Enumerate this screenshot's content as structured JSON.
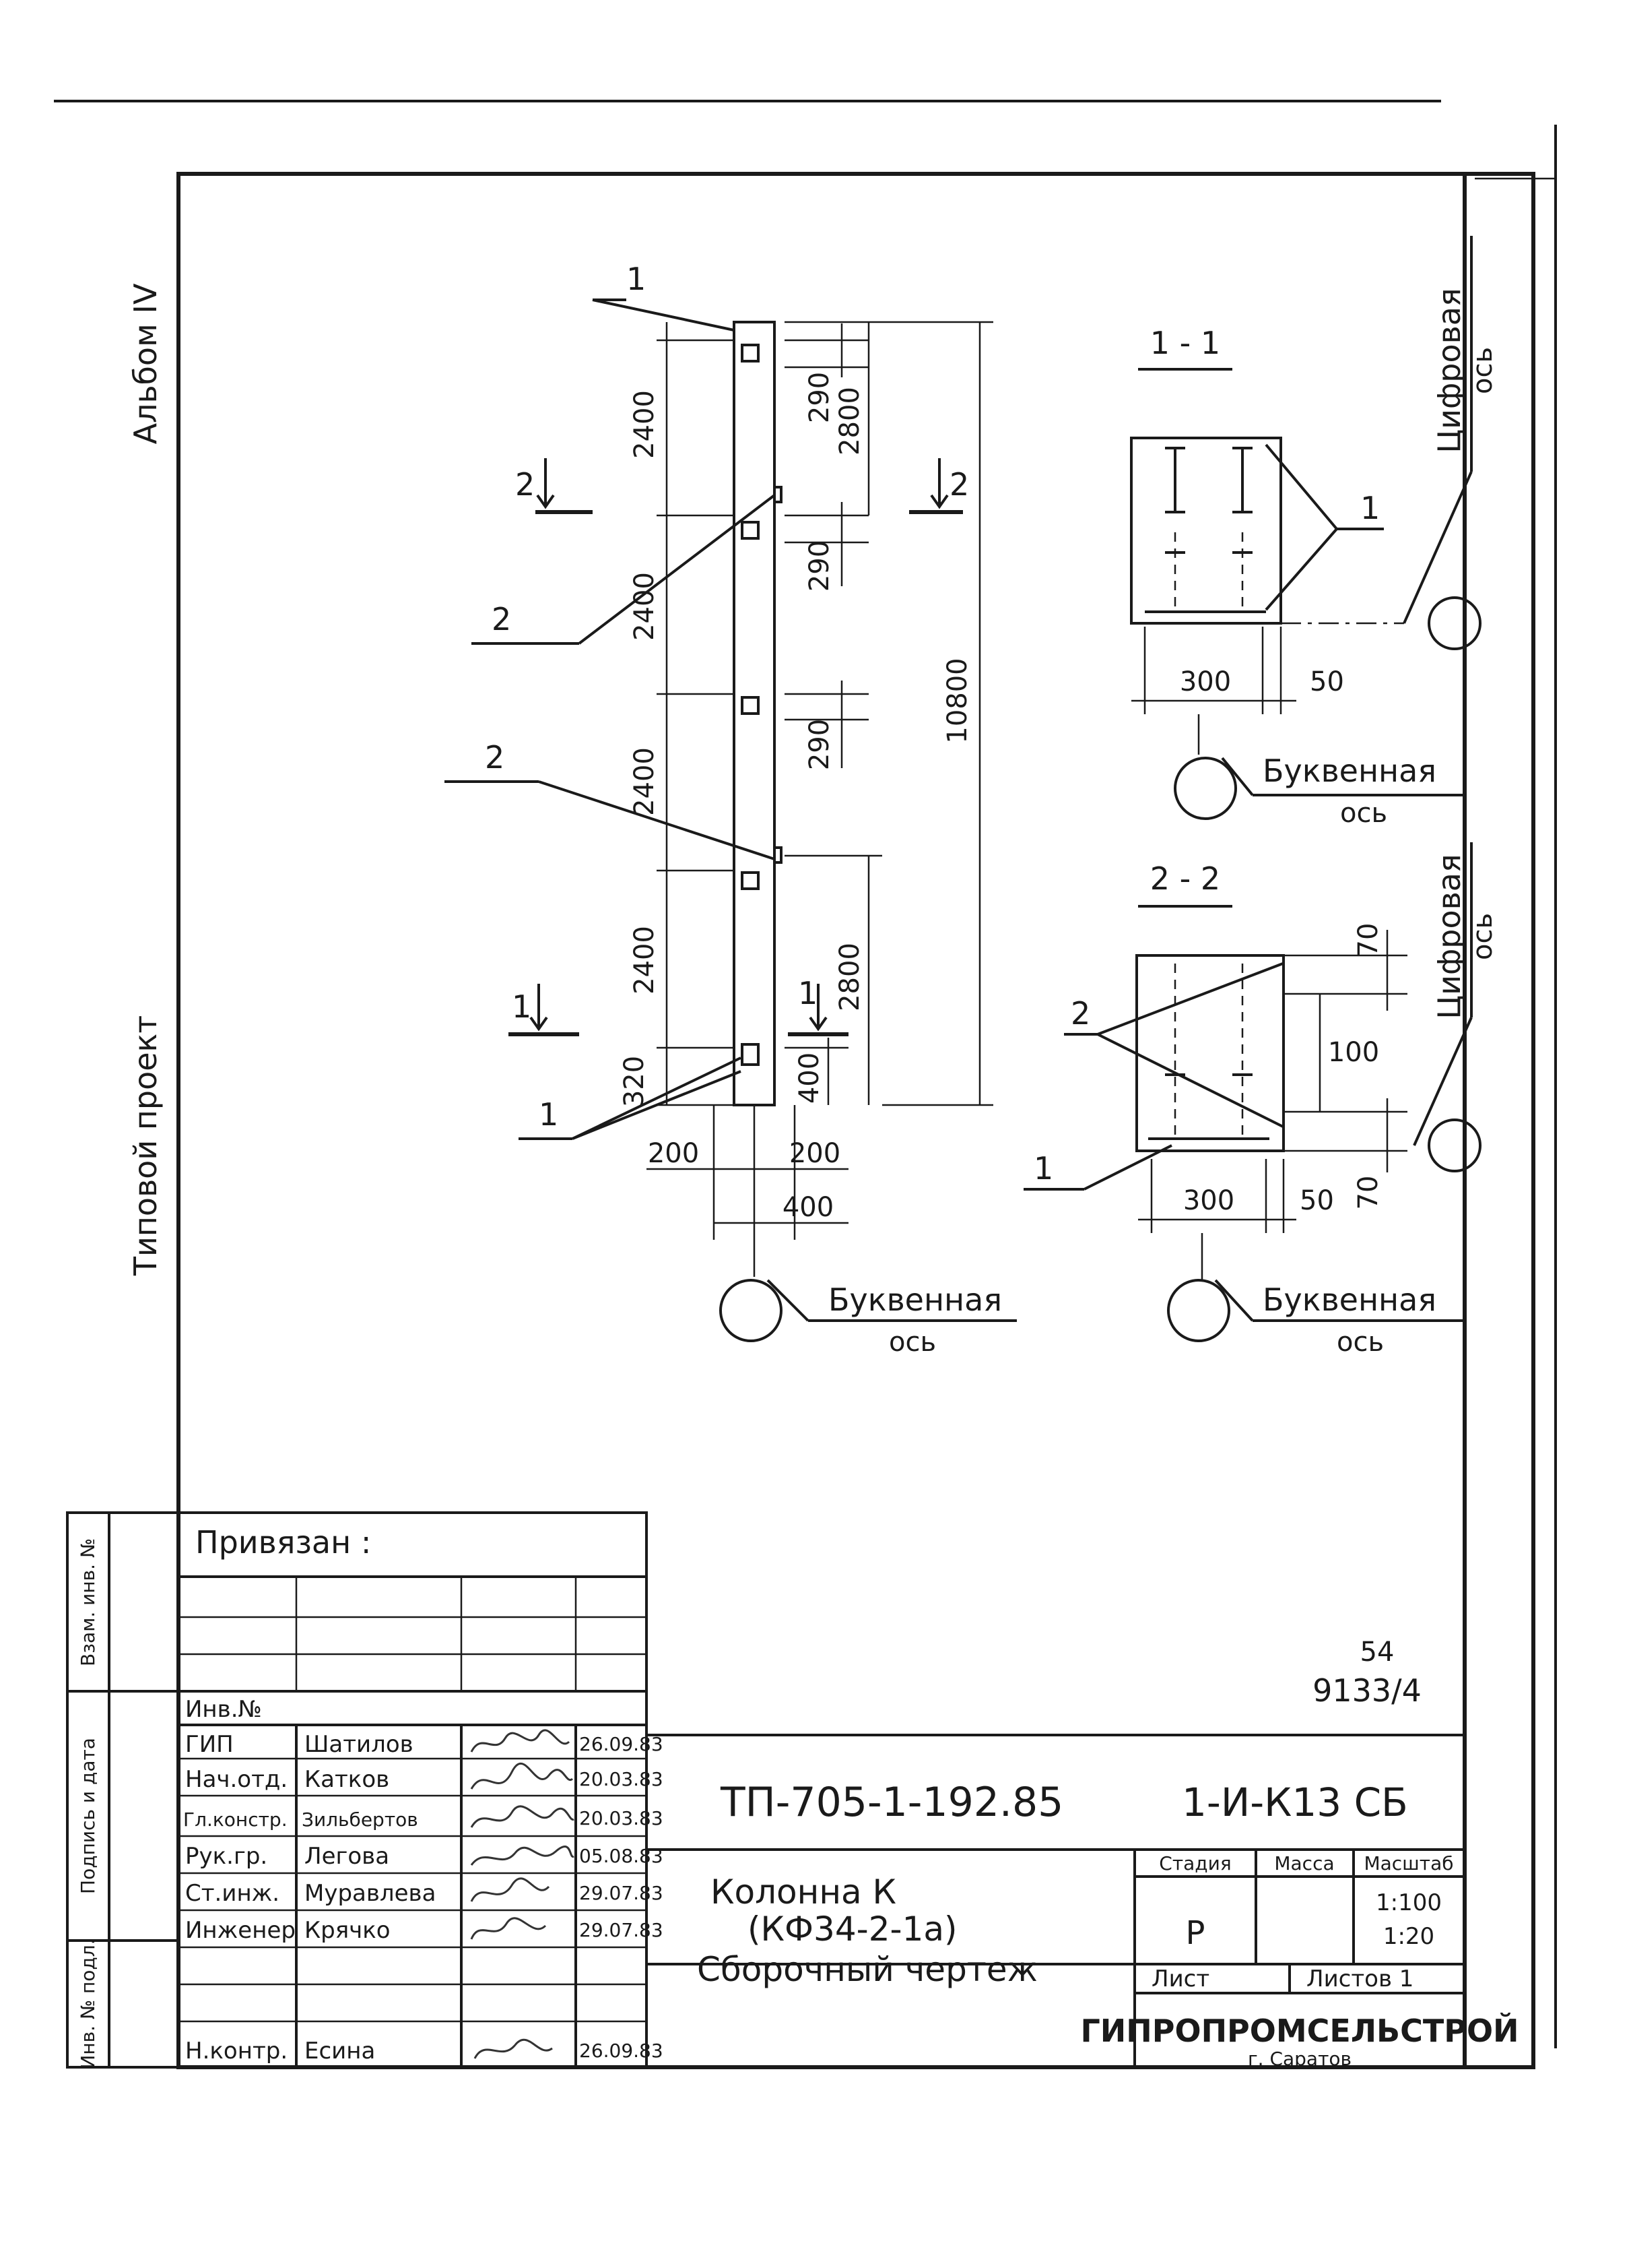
{
  "side_labels": {
    "album": "Альбом IV",
    "project": "Типовой проект",
    "col1": "Взам. инв. №",
    "col2": "Подпись и дата",
    "col3": "Инв. № подл."
  },
  "elevation": {
    "dims_left": [
      "2400",
      "2400",
      "2400",
      "2400",
      "320"
    ],
    "dims_bottom": [
      "200",
      "200",
      "400"
    ],
    "dims_right_small": [
      "290",
      "290",
      "290",
      "400"
    ],
    "dims_right_large": [
      "2800",
      "2800"
    ],
    "overall": "10800",
    "callouts": [
      "1",
      "2",
      "2",
      "1"
    ],
    "section_marks": [
      "2",
      "2",
      "1",
      "1"
    ],
    "axis_label": "Буквенная",
    "axis_sub": "ось"
  },
  "section_1_1": {
    "title": "1 - 1",
    "callout": "1",
    "dims": [
      "300",
      "50"
    ],
    "axis_digital": "Цифровая",
    "axis_digital_sub": "ось",
    "axis_letter": "Буквенная",
    "axis_letter_sub": "ось"
  },
  "section_2_2": {
    "title": "2 - 2",
    "callouts": [
      "2",
      "1"
    ],
    "dims": [
      "300",
      "50",
      "70",
      "100",
      "70"
    ],
    "axis_digital": "Цифровая",
    "axis_digital_sub": "ось",
    "axis_letter": "Буквенная",
    "axis_letter_sub": "ось"
  },
  "stamp": {
    "privyazan": "Привязан :",
    "inv_no": "Инв.№",
    "sheet_no": "54",
    "archive_no": "9133/4",
    "project_code": "ТП-705-1-192.85",
    "drawing_code": "1-И-К13 СБ",
    "title_lines": [
      "Колонна К",
      "(КФ34-2-1а)",
      "Сборочный чертеж"
    ],
    "headers": {
      "stage": "Стадия",
      "mass": "Масса",
      "scale": "Масштаб"
    },
    "stage": "Р",
    "scales": [
      "1:100",
      "1:20"
    ],
    "sheet_label": "Лист",
    "sheets_label": "Листов 1",
    "org": "ГИПРОПРОМСЕЛЬСТРОЙ",
    "city": "г. Саратов",
    "staff": [
      {
        "role": "ГИП",
        "name": "Шатилов",
        "date": "26.09.83"
      },
      {
        "role": "Нач.отд.",
        "name": "Катков",
        "date": "20.03.83"
      },
      {
        "role": "Гл.констр.",
        "name": "Зильбертов",
        "date": "20.03.83"
      },
      {
        "role": "Рук.гр.",
        "name": "Легова",
        "date": "05.08.83"
      },
      {
        "role": "Ст.инж.",
        "name": "Муравлева",
        "date": "29.07.83"
      },
      {
        "role": "Инженер",
        "name": "Крячко",
        "date": "29.07.83"
      },
      {
        "role": "Н.контр.",
        "name": "Есина",
        "date": "26.09.83"
      }
    ]
  }
}
